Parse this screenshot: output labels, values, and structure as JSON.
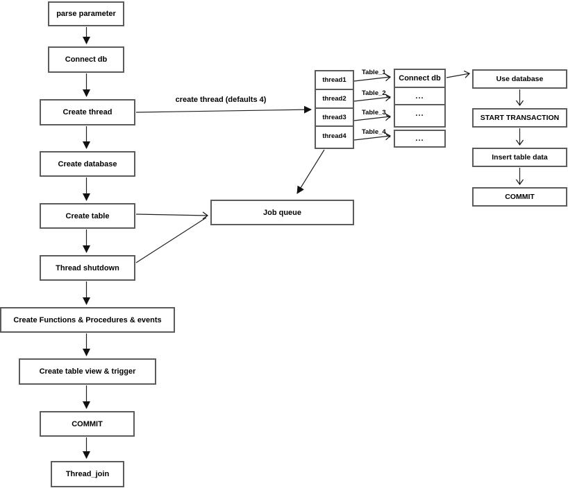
{
  "diagram": {
    "main_flow": [
      {
        "label": "parse parameter"
      },
      {
        "label": "Connect db"
      },
      {
        "label": "Create thread"
      },
      {
        "label": "Create database"
      },
      {
        "label": "Create table"
      },
      {
        "label": "Thread shutdown"
      },
      {
        "label": "Create Functions & Procedures & events"
      },
      {
        "label": "Create table view & trigger"
      },
      {
        "label": "COMMIT"
      },
      {
        "label": "Thread_join"
      }
    ],
    "create_thread_arrow_label": "create thread (defaults 4)",
    "threads": [
      "thread1",
      "thread2",
      "thread3",
      "thread4"
    ],
    "table_labels": [
      "Table_1",
      "Table_2",
      "Table_3",
      "Table_4"
    ],
    "worker_stack": [
      "Connect db",
      "...",
      "...",
      "..."
    ],
    "job_queue_label": "Job queue",
    "transaction_flow": [
      "Use database",
      "START TRANSACTION",
      "Insert table data",
      "COMMIT"
    ]
  },
  "colors": {
    "background": "#ffffff",
    "box_border": "#5b5b5b",
    "line": "#1f1f1f",
    "text": "#000000"
  }
}
